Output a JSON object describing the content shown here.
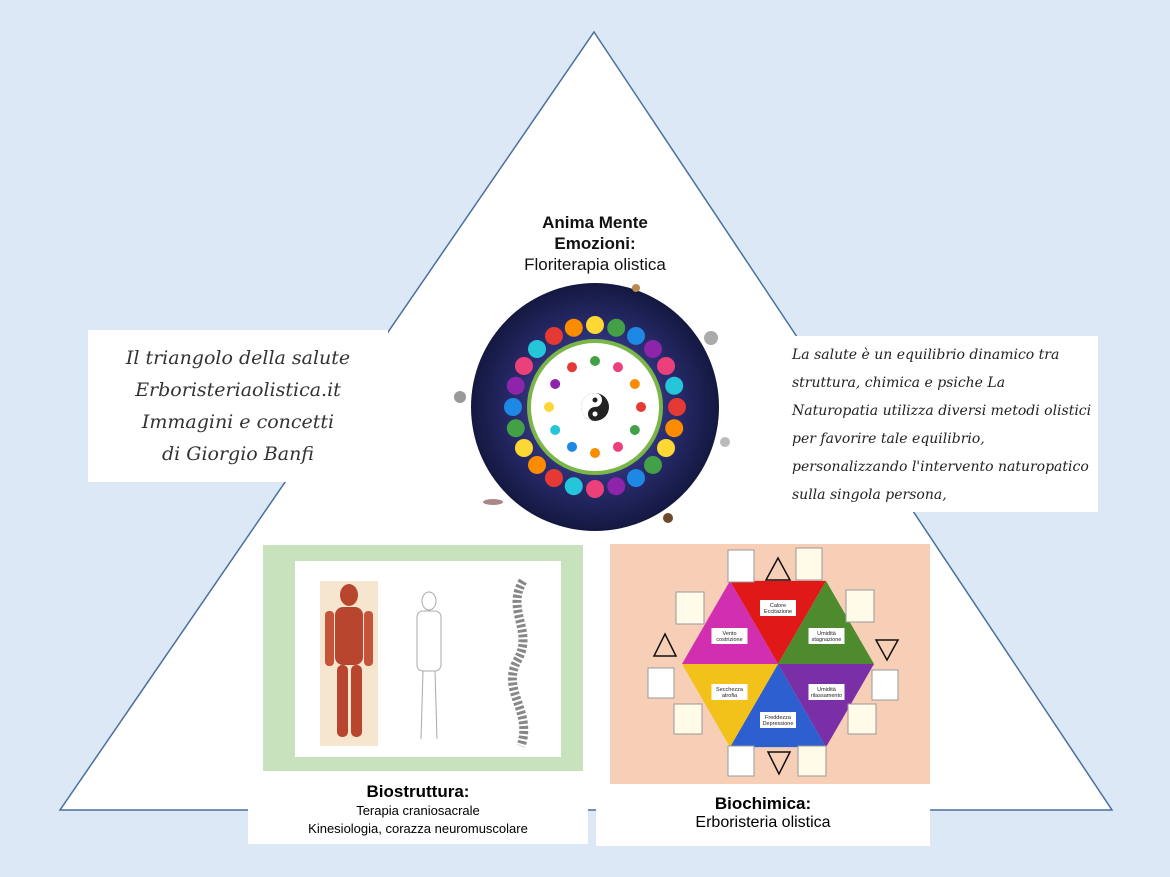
{
  "left_caption": {
    "line1": "Il triangolo della salute",
    "line2": "Erboristeriaolistica.it",
    "line3": "Immagini e concetti",
    "line4": "di Giorgio Banfi"
  },
  "right_caption": {
    "text": "La salute è un equilibrio dinamico tra struttura, chimica e psiche La Naturopatia utilizza diversi metodi olistici per favorire tale equilibrio, personalizzando l'intervento naturopatico sulla singola persona,"
  },
  "top": {
    "title_line1": "Anima Mente",
    "title_line2": "Emozioni:",
    "subtitle": "Floriterapia olistica"
  },
  "bottom_left": {
    "title": "Biostruttura:",
    "line1": "Terapia  craniosacrale",
    "line2": "Kinesiologia, corazza neuromuscolare"
  },
  "bottom_right": {
    "title": "Biochimica:",
    "subtitle": "Erboristeria olistica",
    "hexagon_labels": [
      "Calore Eccitazione",
      "Umidità stagnazione",
      "Umidità rilassamento",
      "Freddezza Depressione",
      "Secchezza atrofia",
      "Vento costrizione"
    ],
    "hexagon_colors": [
      "#e01818",
      "#4e8a2e",
      "#7b2fa6",
      "#2e5fd0",
      "#f2c21b",
      "#d22fb0"
    ]
  }
}
